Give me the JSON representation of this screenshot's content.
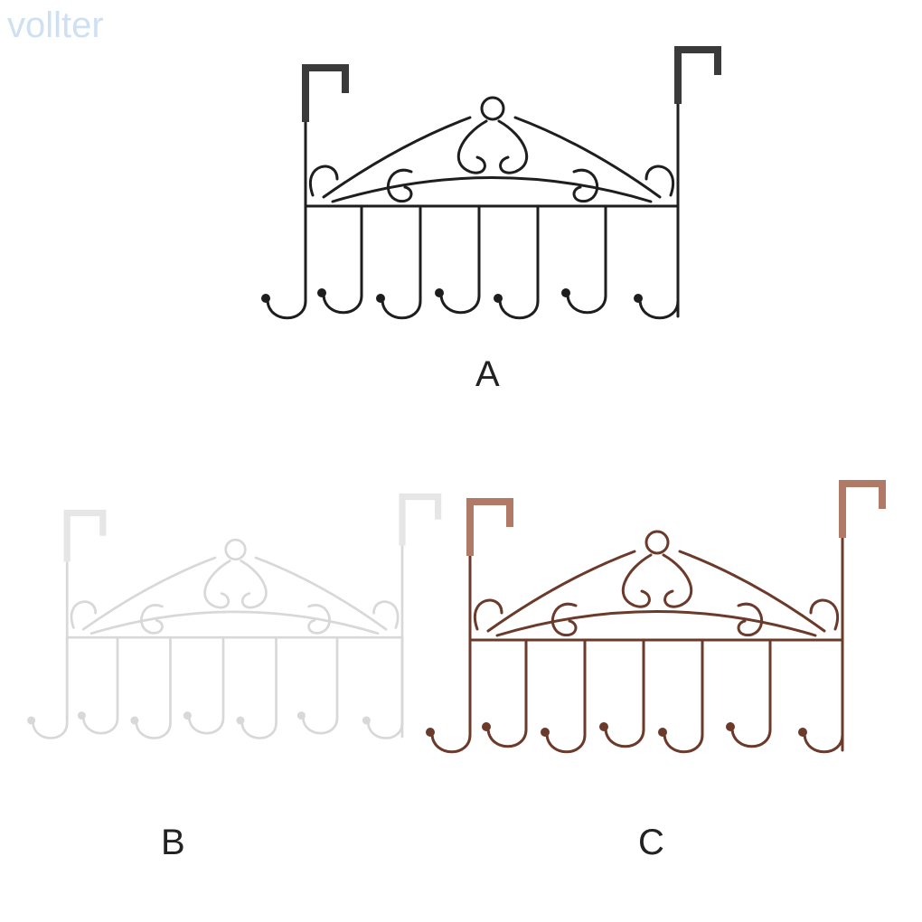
{
  "watermark": "vollter",
  "variants": [
    {
      "label": "A",
      "color": "#1e1e1e",
      "bracket_color": "#3a3a3a"
    },
    {
      "label": "B",
      "color": "#d8d8d8",
      "bracket_color": "#e6e6e6"
    },
    {
      "label": "C",
      "color": "#6b3a2a",
      "bracket_color": "#b07a66"
    }
  ]
}
